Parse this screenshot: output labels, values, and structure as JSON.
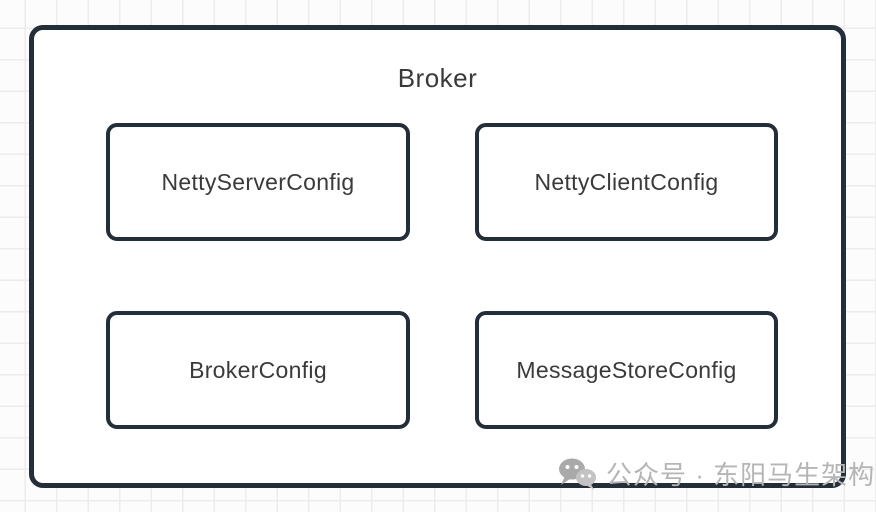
{
  "diagram": {
    "container": {
      "label": "Broker"
    },
    "nodes": [
      {
        "id": "netty-server-config",
        "label": "NettyServerConfig"
      },
      {
        "id": "netty-client-config",
        "label": "NettyClientConfig"
      },
      {
        "id": "broker-config",
        "label": "BrokerConfig"
      },
      {
        "id": "message-store-config",
        "label": "MessageStoreConfig"
      }
    ]
  },
  "watermark": {
    "icon": "wechat-icon",
    "text": "公众号 · 东阳马生架构"
  },
  "colors": {
    "node_border": "#222e3a",
    "node_fill": "#ffffff",
    "label_text": "#3a3a3a",
    "watermark_text": "#b5b5b5",
    "grid_line": "#ececec",
    "page_background": "#fcfcfc"
  }
}
